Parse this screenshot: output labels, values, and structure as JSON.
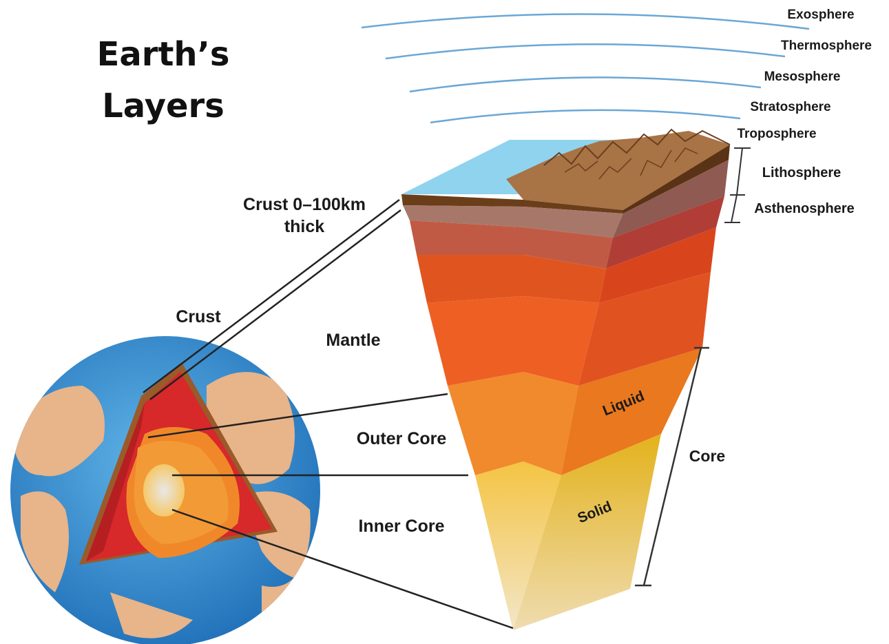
{
  "title": {
    "line1": "Earth’s",
    "line2": "Layers"
  },
  "atmosphere_labels": [
    "Exosphere",
    "Thermosphere",
    "Mesosphere",
    "Stratosphere",
    "Troposphere"
  ],
  "upper_layers": {
    "lithosphere": "Lithosphere",
    "asthenosphere": "Asthenosphere"
  },
  "crust_callout": {
    "line1": "Crust 0–100km",
    "line2": "thick"
  },
  "globe_labels": {
    "crust": "Crust",
    "mantle": "Mantle",
    "outer_core": "Outer Core",
    "inner_core": "Inner Core"
  },
  "core_labels": {
    "liquid": "Liquid",
    "solid": "Solid",
    "core": "Core"
  },
  "colors": {
    "ocean": "#3d9ad6",
    "land": "#e8b48a",
    "crust_brown": "#7a4a22",
    "mantle_orange": "#e8531e",
    "outer_core_orange": "#f0882a",
    "inner_core_yellow": "#f2c443",
    "arc_blue": "#6aa7d6"
  }
}
